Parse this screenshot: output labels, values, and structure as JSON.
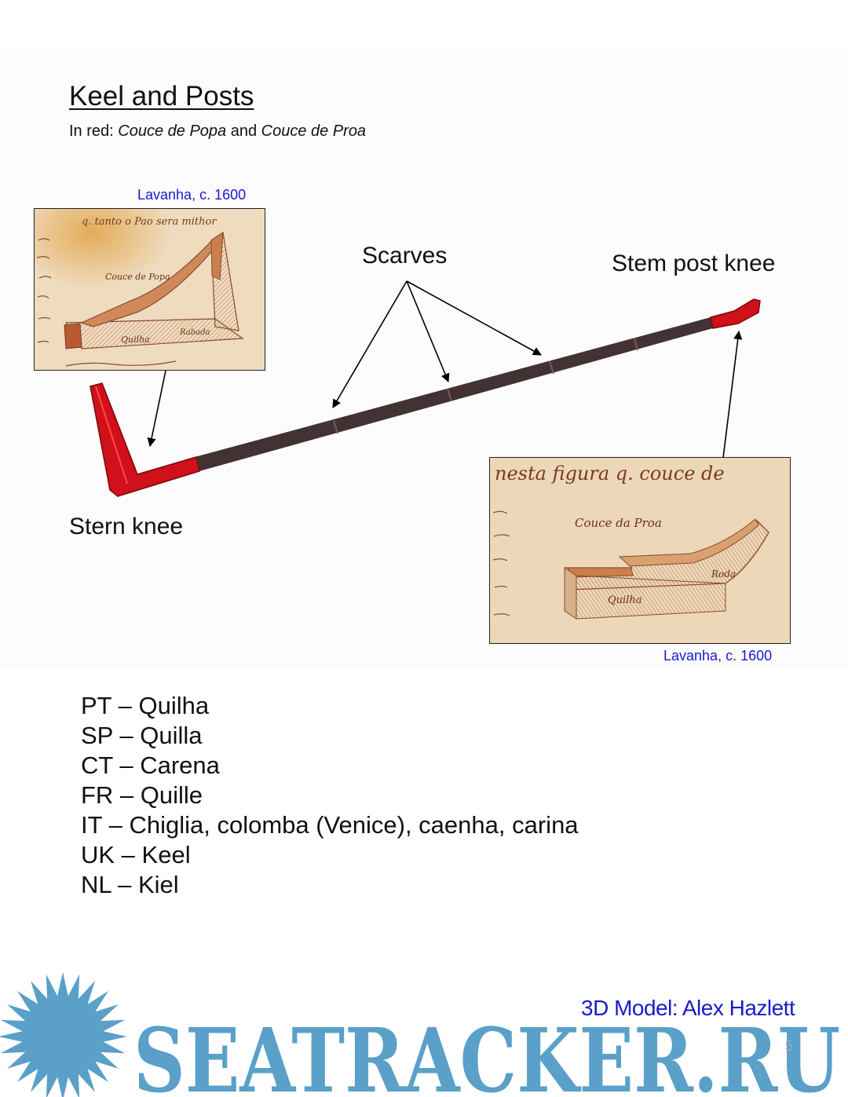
{
  "header": {
    "title": "Keel and Posts",
    "subtitle_prefix": "In red: ",
    "subtitle_term1": "Couce de Popa",
    "subtitle_and": " and ",
    "subtitle_term2": "Couce de Proa"
  },
  "captions": {
    "top_left": "Lavanha, c. 1600",
    "bottom_right": "Lavanha, c. 1600"
  },
  "diagram_labels": {
    "scarves": "Scarves",
    "stem_post_knee": "Stem post knee",
    "stern_knee": "Stern knee"
  },
  "manuscripts": {
    "top_left": {
      "header_script": "q. tanto o Pao sera mithor",
      "part_label_1": "Couce de Popa",
      "part_label_2": "Quilha",
      "part_label_3": "Rabada"
    },
    "bottom_right": {
      "header_script": "nesta figura q. couce de",
      "part_label_1": "Couce da Proa",
      "part_label_2": "Quilha",
      "part_label_3": "Roda"
    }
  },
  "terms": [
    "PT – Quilha",
    "SP – Quilla",
    "CT – Carena",
    "FR – Quille",
    "IT – Chiglia, colomba (Venice), caenha, carina",
    "UK – Keel",
    "NL – Kiel"
  ],
  "footer": {
    "credit": "3D Model: Alex Hazlett",
    "page_number": "5",
    "watermark_text": "SEATRACKER.RU"
  },
  "colors": {
    "keel": "#3a2a2c",
    "posts": "#d0101a",
    "caption": "#1a1acc",
    "watermark": "#5aa0c8",
    "parchment": "#ecd8b8"
  }
}
